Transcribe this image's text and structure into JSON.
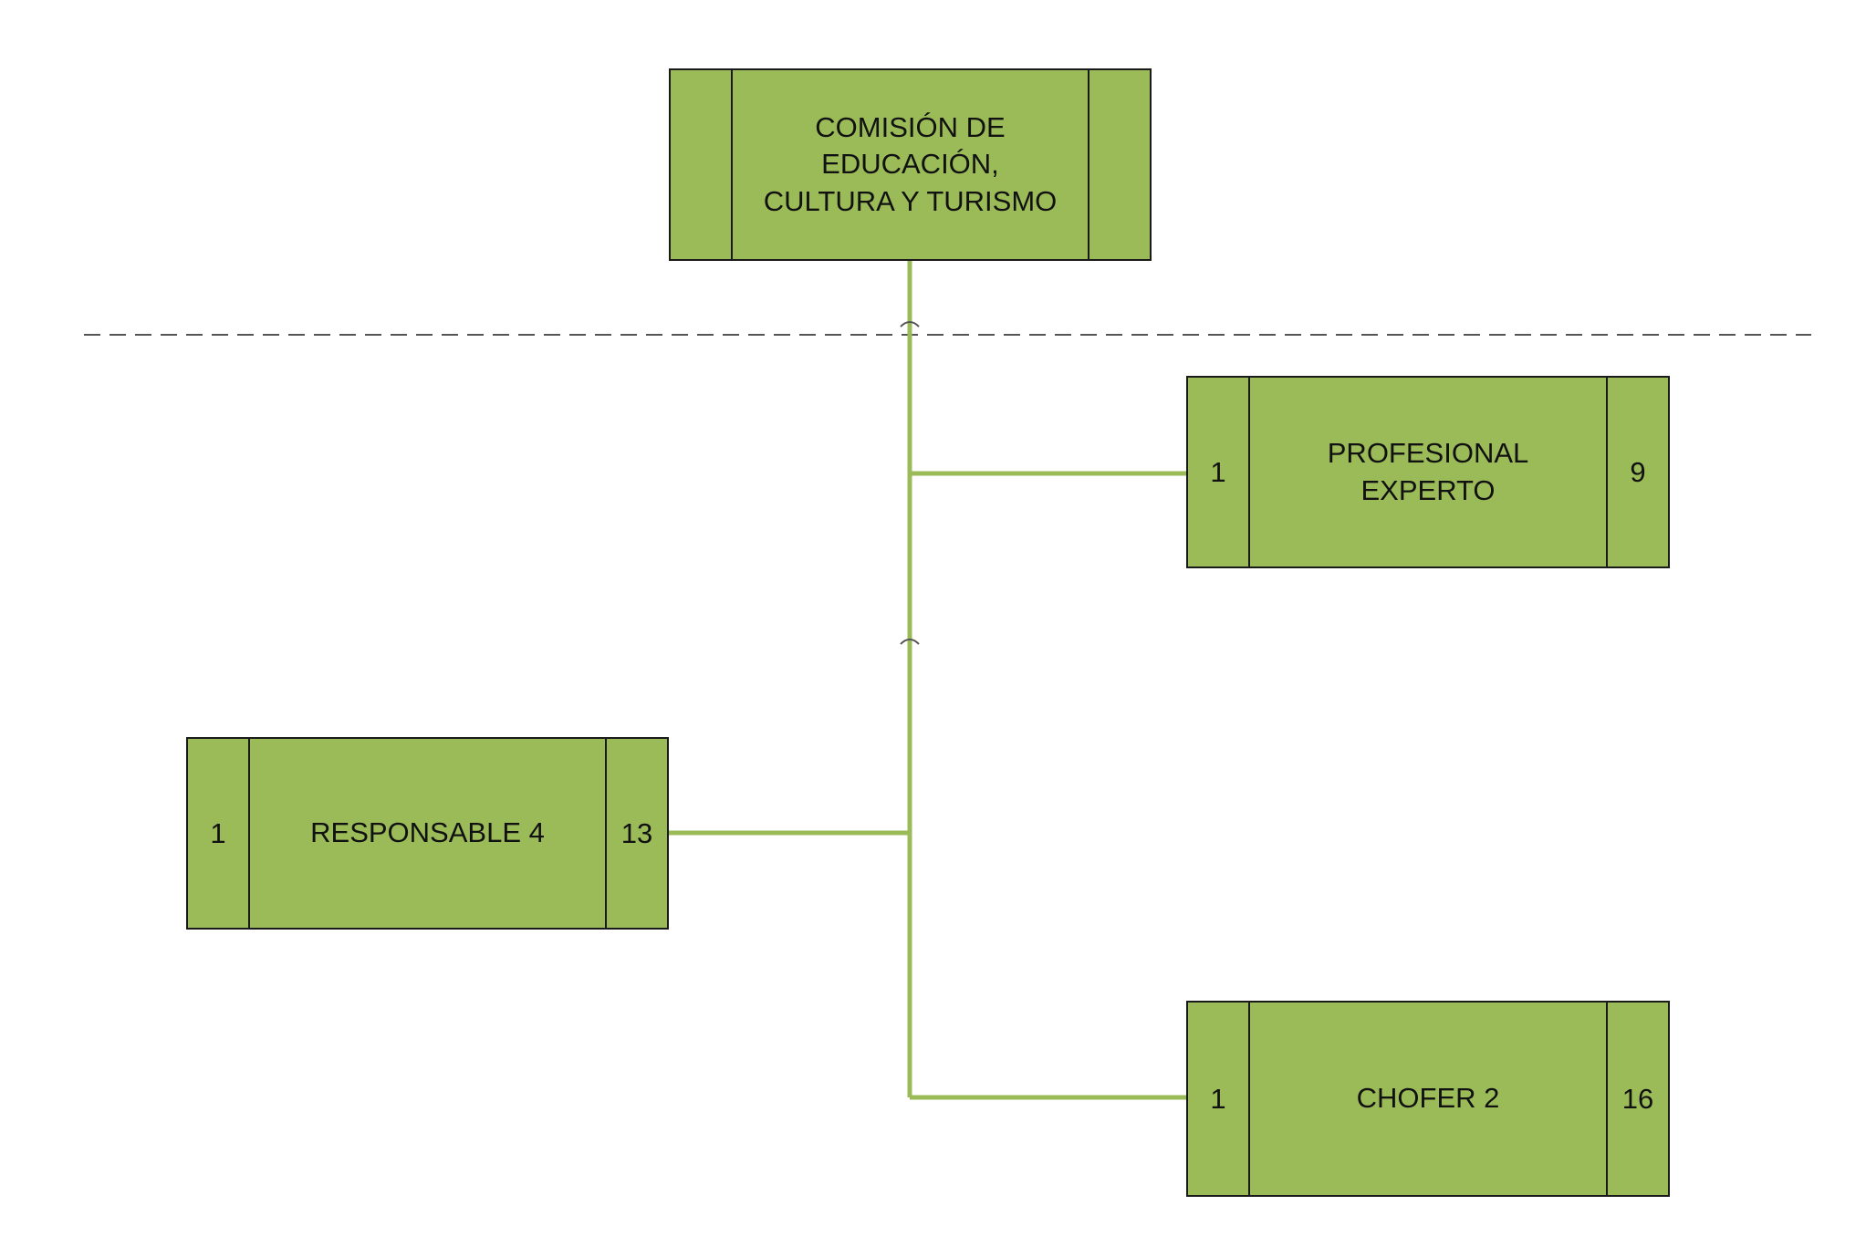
{
  "nodes": {
    "root": {
      "label": "COMISIÓN DE\nEDUCACIÓN,\nCULTURA Y TURISMO",
      "left": "",
      "right": ""
    },
    "profesional": {
      "label": "PROFESIONAL\nEXPERTO",
      "left": "1",
      "right": "9"
    },
    "responsable": {
      "label": "RESPONSABLE 4",
      "left": "1",
      "right": "13"
    },
    "chofer": {
      "label": "CHOFER 2",
      "left": "1",
      "right": "16"
    }
  },
  "colors": {
    "box_fill": "#9bbb59",
    "connector": "#9bbb59",
    "border": "#1a1a1a",
    "dashed_line": "#555555"
  }
}
